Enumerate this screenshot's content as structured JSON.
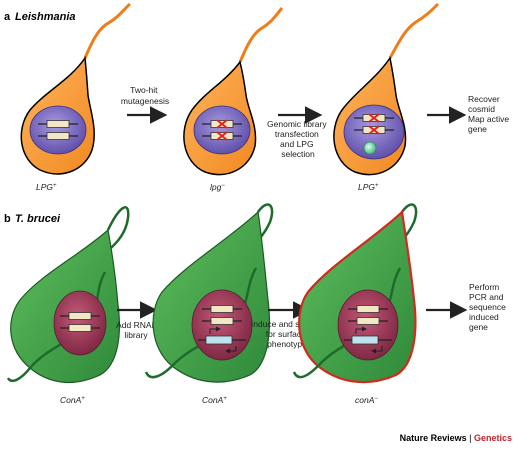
{
  "panels": {
    "a": {
      "letter": "a",
      "title": "Leishmania"
    },
    "b": {
      "letter": "b",
      "title": "T. brucei"
    }
  },
  "steps": {
    "a1": [
      "Two-hit",
      "mutagenesis"
    ],
    "a2": [
      "Genomic library",
      "transfection",
      "and LPG",
      "selection"
    ],
    "a3": [
      "Recover",
      "cosmid",
      "Map active",
      "gene"
    ],
    "b1": [
      "Add RNAi",
      "library"
    ],
    "b2": [
      "Induce and screen",
      "for surface",
      "phenotype"
    ],
    "b3": [
      "Perform",
      "PCR and",
      "sequence",
      "induced",
      "gene"
    ]
  },
  "cell_labels": {
    "a1": {
      "base": "LPG",
      "sup": "+"
    },
    "a2": {
      "base": "lpg",
      "sup": "−"
    },
    "a3": {
      "base": "LPG",
      "sup": "+"
    },
    "b1": {
      "base": "ConA",
      "sup": "+"
    },
    "b2": {
      "base": "ConA",
      "sup": "+"
    },
    "b3": {
      "base": "conA",
      "sup": "−"
    }
  },
  "credit": {
    "journal": "Nature Reviews",
    "separator": " | ",
    "section": "Genetics"
  },
  "colors": {
    "leish_body": "#f59a3c",
    "leish_outline": "#000000",
    "leish_flagellum": "#f07d1a",
    "leish_nucleus": "#7b6cc4",
    "tryp_body": "#3f9f46",
    "tryp_flagellum": "#1f6b2c",
    "tryp_nucleus": "#9c3a55",
    "tryp_mutant_outline": "#d22a1f",
    "gene_box": "#f2e6c4",
    "mutation_x": "#e0261c",
    "rnai_box": "#bfe2ef",
    "cosmid": "#7dd3a8",
    "credit_highlight": "#c1272d"
  }
}
